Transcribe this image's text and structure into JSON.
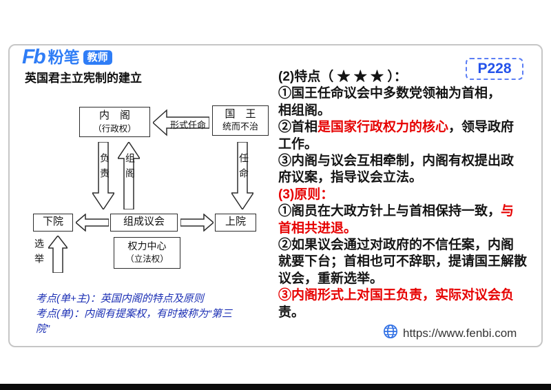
{
  "colors": {
    "brand_blue": "#2f7df6",
    "page_code_blue": "#2453ea",
    "note_blue": "#1b2fb4",
    "red": "#e60000",
    "ink": "#141414"
  },
  "header": {
    "logo_fb": "Fb",
    "logo_brand": "粉笔",
    "logo_badge": "教师",
    "page_code": "P228"
  },
  "title": "英国君主立宪制的建立",
  "diagram": {
    "cabinet_line1": "内　阁",
    "cabinet_line2": "（行政权）",
    "formal_appointment_label": "形式任命",
    "king_line1": "国　王",
    "king_line2": "统而不治",
    "responsible_label": "负责",
    "form_cabinet_label": "组阁",
    "appointment_label": "任命",
    "lower_house": "下院",
    "compose_parliament": "组成议会",
    "upper_house": "上院",
    "election_label": "选举",
    "power_center_line1": "权力中心",
    "power_center_line2": "（立法权）"
  },
  "notes": {
    "lines": [
      "考点(单+主)：英国内阁的特点及原则",
      "考点(单)：内阁有提案权，有时被称为“第三",
      "院”"
    ]
  },
  "content": {
    "lines": [
      [
        {
          "t": "(2)特点（ ★ ★ ★ ）：",
          "c": "k"
        }
      ],
      [
        {
          "t": "①国王任命议会中多数党领袖为首相，",
          "c": "k"
        }
      ],
      [
        {
          "t": "相组阁。",
          "c": "k"
        }
      ],
      [
        {
          "t": "②首相",
          "c": "k"
        },
        {
          "t": "是国家行政权力的核心",
          "c": "r"
        },
        {
          "t": "，领导政府",
          "c": "k"
        }
      ],
      [
        {
          "t": "工作。",
          "c": "k"
        }
      ],
      [
        {
          "t": "③内阁与议会互相牵制，内阁有权提出政",
          "c": "k"
        }
      ],
      [
        {
          "t": "府议案，指导议会立法。",
          "c": "k"
        }
      ],
      [
        {
          "t": "(3)原则：",
          "c": "r"
        }
      ],
      [
        {
          "t": "①阁员在大政方针上与首相保持一致，",
          "c": "k"
        },
        {
          "t": "与",
          "c": "r"
        }
      ],
      [
        {
          "t": "首相共进退。",
          "c": "r"
        }
      ],
      [
        {
          "t": "②如果议会通过对政府的不信任案，内阁",
          "c": "k"
        }
      ],
      [
        {
          "t": "就要下台；首相也可不辞职，提请国王解散",
          "c": "k"
        }
      ],
      [
        {
          "t": "议会，重新选举。",
          "c": "k"
        }
      ],
      [
        {
          "t": "③内阁形式上对国王负责，实际对议会负",
          "c": "r"
        }
      ],
      [
        {
          "t": "责。",
          "c": "k"
        }
      ]
    ]
  },
  "footer": {
    "url": "https://www.fenbi.com"
  }
}
